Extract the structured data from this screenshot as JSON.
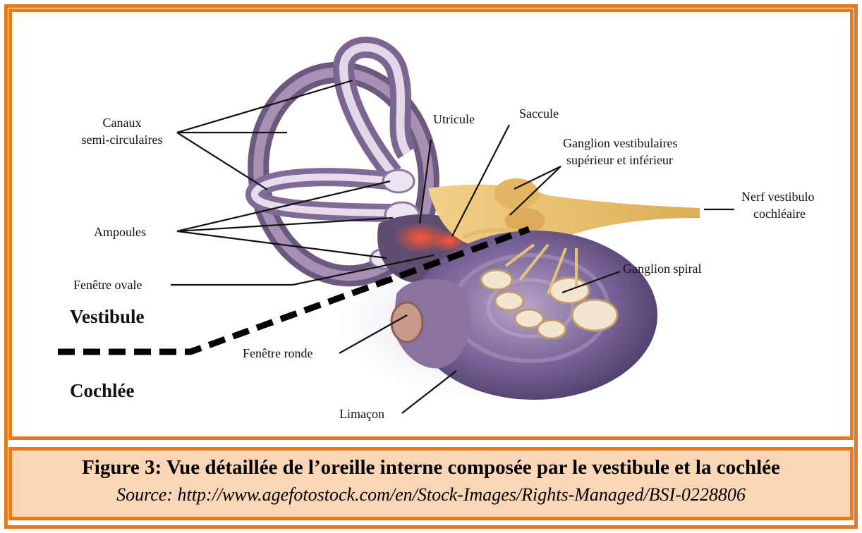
{
  "labels": {
    "canaux_1": "Canaux",
    "canaux_2": "semi-circulaires",
    "utricule": "Utricule",
    "saccule": "Saccule",
    "ganglion_vest_1": "Ganglion vestibulaires",
    "ganglion_vest_2": "supérieur et inférieur",
    "nerf_1": "Nerf vestibulo",
    "nerf_2": "cochléaire",
    "ampoules": "Ampoules",
    "ganglion_spiral": "Ganglion spiral",
    "fenetre_ovale": "Fenêtre ovale",
    "vestibule": "Vestibule",
    "fenetre_ronde": "Fenêtre ronde",
    "cochlee": "Cochlée",
    "limacon": "Limaçon"
  },
  "caption": {
    "title": "Figure 3: Vue détaillée de l’oreille interne composée par le vestibule et la cochlée",
    "source": "Source: http://www.agefotostock.com/en/Stock-Images/Rights-Managed/BSI-0228806"
  },
  "colors": {
    "border": "#e87a1c",
    "caption_bg": "#fbd6b6",
    "bone": "#9a7fa3",
    "nerve": "#e8c069",
    "cochlea": "#6e5a8f"
  }
}
